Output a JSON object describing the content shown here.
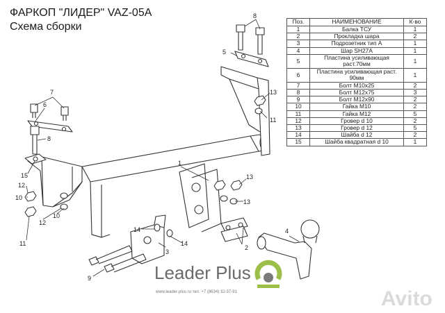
{
  "title": {
    "line1": "ФАРКОП \"ЛИДЕР\" VAZ-05A",
    "line2": "Схема сборки"
  },
  "table": {
    "headers": [
      "Поз.",
      "НАИМЕНОВАНИЕ",
      "К-во"
    ],
    "rows": [
      {
        "pos": "1",
        "name": "Балка ТСУ",
        "qty": "1"
      },
      {
        "pos": "2",
        "name": "Прокладка шара",
        "qty": "2"
      },
      {
        "pos": "3",
        "name": "Подрозетник тип А",
        "qty": "1"
      },
      {
        "pos": "4",
        "name": "Шар SH27A",
        "qty": "1"
      },
      {
        "pos": "5",
        "name": "Пластина усиливающая раст.70мм",
        "qty": "1"
      },
      {
        "pos": "6",
        "name": "Пластина усиливающая раст. 90мм",
        "qty": "1"
      },
      {
        "pos": "7",
        "name": "Болт М10х25",
        "qty": "2"
      },
      {
        "pos": "8",
        "name": "Болт М12х75",
        "qty": "3"
      },
      {
        "pos": "9",
        "name": "Болт М12х90",
        "qty": "2"
      },
      {
        "pos": "10",
        "name": "Гайка М10",
        "qty": "2"
      },
      {
        "pos": "11",
        "name": "Гайка М12",
        "qty": "5"
      },
      {
        "pos": "12",
        "name": "Гровер d 10",
        "qty": "2"
      },
      {
        "pos": "13",
        "name": "Гровер d 12",
        "qty": "5"
      },
      {
        "pos": "14",
        "name": "Шайба d 12",
        "qty": "2"
      },
      {
        "pos": "15",
        "name": "Шайба квадратная d 10",
        "qty": "1"
      }
    ]
  },
  "callouts": {
    "c1": "1",
    "c2": "2",
    "c3": "3",
    "c4": "4",
    "c5": "5",
    "c6": "6",
    "c7": "7",
    "c8a": "8",
    "c8b": "8",
    "c9": "9",
    "c10a": "10",
    "c10b": "10",
    "c11a": "11",
    "c11b": "11",
    "c12a": "12",
    "c12b": "12",
    "c13a": "13",
    "c13b": "13",
    "c13c": "13",
    "c14a": "14",
    "c14b": "14",
    "c15": "15"
  },
  "logo": {
    "brand": "Leader Plus",
    "footer": "www.leader-plus.ru   тел. +7 (8634) 32-37-91",
    "colors": {
      "ring": "#9cbf4a",
      "ball": "#7a7a7a",
      "text": "#6a6a6a"
    }
  },
  "watermark": "Avito",
  "colors": {
    "line": "#333333",
    "accent": "#9cbf4a"
  }
}
